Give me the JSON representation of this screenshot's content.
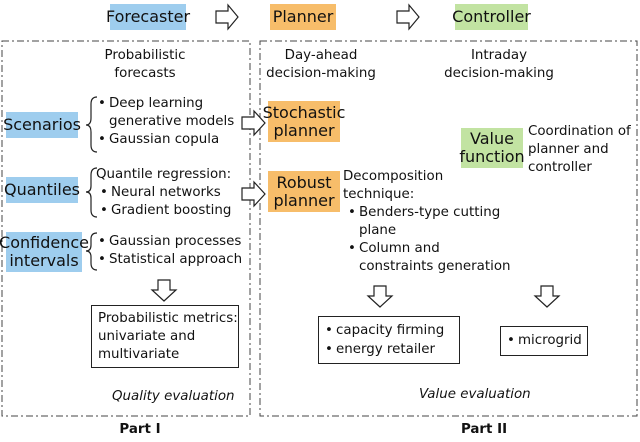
{
  "header": {
    "forecaster": "Forecaster",
    "planner": "Planner",
    "controller": "Controller"
  },
  "part1": {
    "title_line1": "Probabilistic",
    "title_line2": "forecasts",
    "scenarios_label": "Scenarios",
    "scenarios_items": [
      "Deep learning",
      "generative models",
      "Gaussian copula"
    ],
    "quantiles_label": "Quantiles",
    "quantiles_heading": "Quantile regression:",
    "quantiles_items": [
      "Neural networks",
      "Gradient boosting"
    ],
    "confidence_label_line1": "Confidence",
    "confidence_label_line2": "intervals",
    "confidence_items": [
      "Gaussian processes",
      "Statistical approach"
    ],
    "metrics_line1": "Probabilistic metrics:",
    "metrics_line2": "univariate and",
    "metrics_line3": "multivariate",
    "evaluation": "Quality evaluation",
    "label": "Part I"
  },
  "part2": {
    "dayahead_line1": "Day-ahead",
    "dayahead_line2": "decision-making",
    "intraday_line1": "Intraday",
    "intraday_line2": "decision-making",
    "stochastic_line1": "Stochastic",
    "stochastic_line2": "planner",
    "robust_line1": "Robust",
    "robust_line2": "planner",
    "decomposition_line1": "Decomposition",
    "decomposition_line2": "technique:",
    "decomposition_items": [
      "Benders-type cutting",
      "plane",
      "Column and",
      "constraints generation"
    ],
    "value_function_line1": "Value",
    "value_function_line2": "function",
    "coordination_line1": "Coordination of",
    "coordination_line2": "planner and",
    "coordination_line3": "controller",
    "applications": [
      "capacity firming",
      "energy retailer"
    ],
    "microgrid": "microgrid",
    "evaluation": "Value evaluation",
    "label": "Part II"
  },
  "colors": {
    "forecaster": "#9ecdee",
    "planner": "#f7bd6a",
    "controller": "#c2e3a2"
  }
}
